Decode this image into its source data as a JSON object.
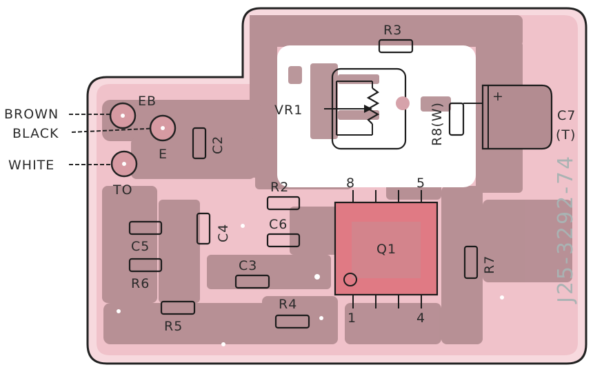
{
  "board": {
    "part_number": "J25-3292-74",
    "colors": {
      "substrate": "#f2c9d0",
      "copper": "#b38c91",
      "outline": "#222222",
      "ic_body": "#e07a84"
    }
  },
  "wires": [
    {
      "id": "brown",
      "label": "BROWN",
      "pad": "EB"
    },
    {
      "id": "black",
      "label": "BLACK",
      "pad": "E"
    },
    {
      "id": "white",
      "label": "WHITE",
      "pad": "TO"
    }
  ],
  "pads": [
    "EB",
    "E",
    "TO"
  ],
  "components": {
    "r3": "R3",
    "vr1": "VR1",
    "r8": "R8(W)",
    "c7": "C7",
    "c7_type": "(T)",
    "c7_polarity": "+",
    "c2": "C2",
    "r2": "R2",
    "c6": "C6",
    "c4": "C4",
    "c5": "C5",
    "r6": "R6",
    "c3": "C3",
    "r5": "R5",
    "r4": "R4",
    "r7": "R7",
    "q1": "Q1"
  },
  "ic_pins": {
    "pin8": "8",
    "pin5": "5",
    "pin1": "1",
    "pin4": "4"
  }
}
